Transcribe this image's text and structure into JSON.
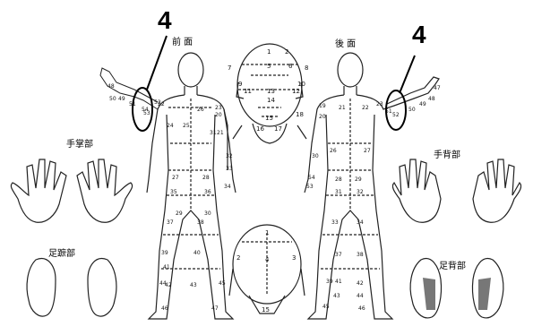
{
  "callouts": {
    "left_number": "4",
    "right_number": "4"
  },
  "section_titles": {
    "front": "前 面",
    "back": "後 面",
    "palm": "手掌部",
    "sole": "足蹠部",
    "hand_back": "手背部",
    "foot_back": "足背部"
  },
  "face_zone_labels": [
    "1",
    "2",
    "5",
    "6",
    "7",
    "8",
    "9",
    "10",
    "11",
    "12",
    "13",
    "14",
    "15",
    "16",
    "17",
    "18"
  ],
  "front_zone_labels": [
    "20",
    "21",
    "22",
    "23",
    "24",
    "25",
    "26",
    "27",
    "28",
    "29",
    "30",
    "31",
    "32",
    "33",
    "34",
    "35",
    "36",
    "37",
    "38",
    "39",
    "40",
    "41",
    "42",
    "43",
    "44",
    "45",
    "46",
    "47",
    "48",
    "49",
    "50",
    "51",
    "52",
    "53",
    "54"
  ],
  "back_zone_labels": [
    "19",
    "20",
    "21",
    "22",
    "23",
    "26",
    "27",
    "28",
    "29",
    "30",
    "31",
    "32",
    "33",
    "34",
    "37",
    "38",
    "39",
    "41",
    "42",
    "43",
    "44",
    "45",
    "46",
    "47",
    "48",
    "49",
    "50",
    "51",
    "52",
    "53",
    "54"
  ],
  "top_head_labels": [
    "1",
    "2",
    "3",
    "4",
    "15"
  ]
}
